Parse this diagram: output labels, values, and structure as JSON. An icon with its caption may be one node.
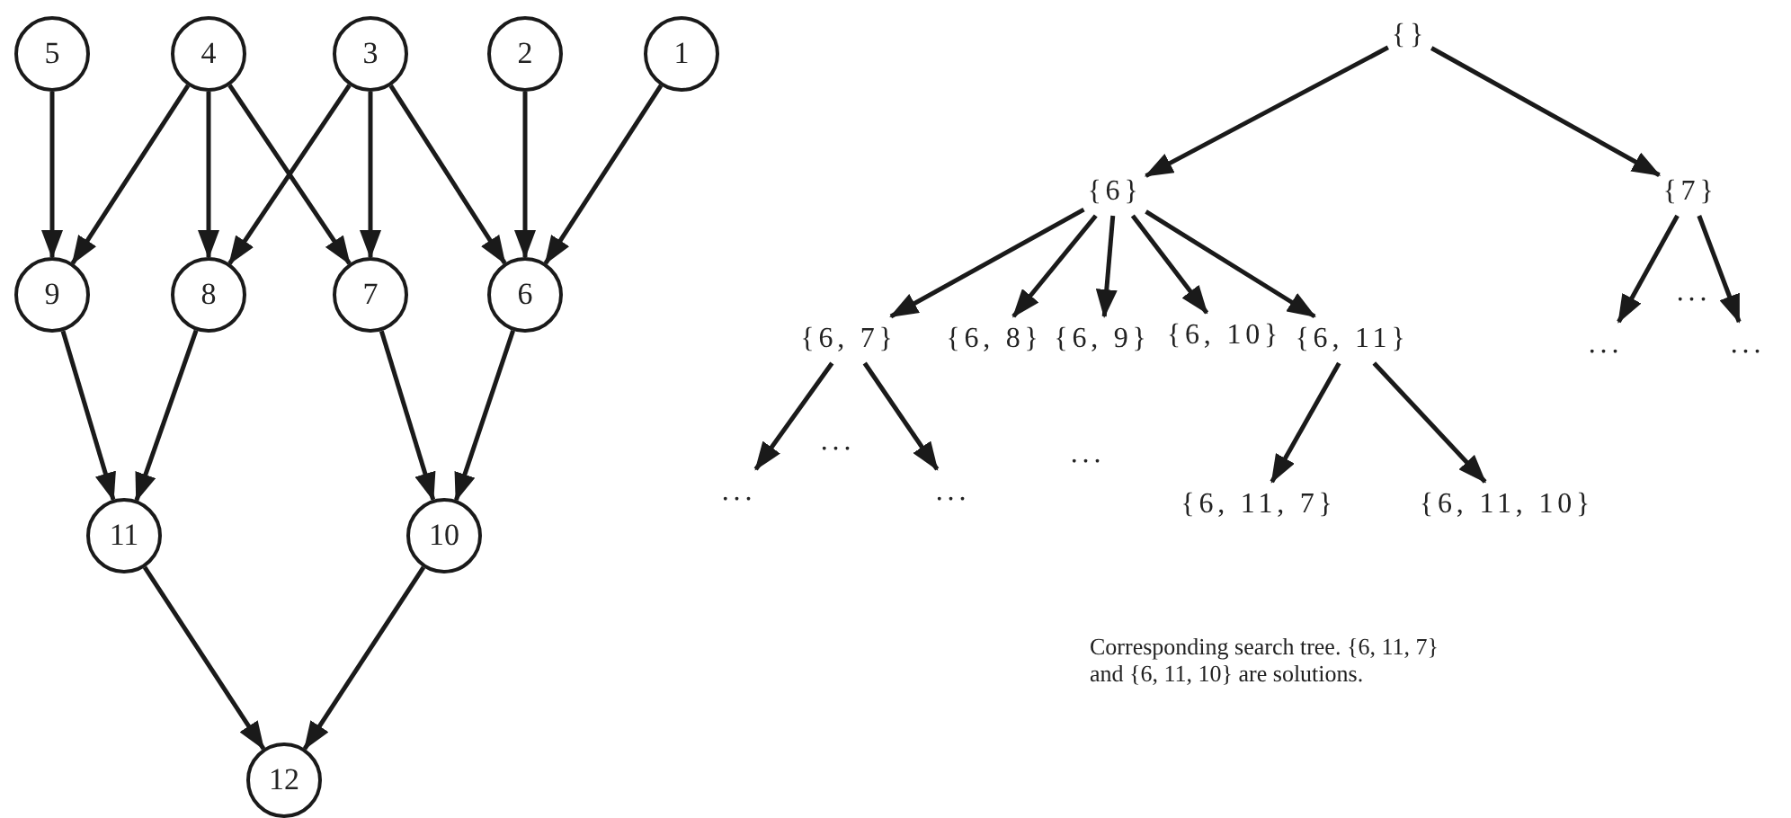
{
  "diagram": {
    "caption": "Corresponding search tree. {6, 11, 7} and {6, 11, 10} are solutions.",
    "nodes": [
      {
        "text": [
          "5"
        ]
      },
      {
        "text": [
          "4"
        ]
      },
      {
        "text": [
          "3"
        ]
      },
      {
        "text": [
          "2"
        ]
      },
      {
        "text": [
          "1"
        ]
      },
      {
        "text": [
          "9"
        ]
      },
      {
        "text": [
          "8"
        ]
      },
      {
        "text": [
          "7"
        ]
      },
      {
        "text": [
          "6"
        ]
      },
      {
        "text": [
          "11"
        ]
      },
      {
        "text": [
          "10"
        ]
      },
      {
        "text": [
          "12"
        ]
      },
      {
        "text": [
          "{}"
        ]
      },
      {
        "text": [
          "{6}"
        ]
      },
      {
        "text": [
          "{7}"
        ]
      },
      {
        "text": [
          "{6, 7}"
        ]
      },
      {
        "text": [
          "{6, 8}"
        ]
      },
      {
        "text": [
          "{6, 9}"
        ]
      },
      {
        "text": [
          "{6, 10}"
        ]
      },
      {
        "text": [
          "{6, 11}"
        ]
      },
      {
        "text": [
          "..."
        ]
      },
      {
        "text": [
          "..."
        ]
      },
      {
        "text": [
          "..."
        ]
      },
      {
        "text": [
          "..."
        ]
      },
      {
        "text": [
          "{6, 11, 7}"
        ]
      },
      {
        "text": [
          "{6, 11, 10}"
        ]
      }
    ],
    "edges": [
      {
        "from": 0,
        "to": 5,
        "arrow": "to"
      },
      {
        "from": 1,
        "to": 5,
        "arrow": "to"
      },
      {
        "from": 1,
        "to": 6,
        "arrow": "to"
      },
      {
        "from": 1,
        "to": 7,
        "arrow": "to"
      },
      {
        "from": 2,
        "to": 6,
        "arrow": "to"
      },
      {
        "from": 2,
        "to": 7,
        "arrow": "to"
      },
      {
        "from": 2,
        "to": 8,
        "arrow": "to"
      },
      {
        "from": 3,
        "to": 8,
        "arrow": "to"
      },
      {
        "from": 4,
        "to": 8,
        "arrow": "to"
      },
      {
        "from": 5,
        "to": 9,
        "arrow": "to"
      },
      {
        "from": 6,
        "to": 9,
        "arrow": "to"
      },
      {
        "from": 7,
        "to": 10,
        "arrow": "to"
      },
      {
        "from": 8,
        "to": 10,
        "arrow": "to"
      },
      {
        "from": 9,
        "to": 11,
        "arrow": "to"
      },
      {
        "from": 10,
        "to": 11,
        "arrow": "to"
      },
      {
        "from": 12,
        "to": 13,
        "arrow": "to"
      },
      {
        "from": 12,
        "to": 14,
        "arrow": "to"
      },
      {
        "from": 13,
        "to": 15,
        "arrow": "to"
      },
      {
        "from": 13,
        "to": 16,
        "arrow": "to"
      },
      {
        "from": 13,
        "to": 17,
        "arrow": "to"
      },
      {
        "from": 13,
        "to": 18,
        "arrow": "to"
      },
      {
        "from": 13,
        "to": 19,
        "arrow": "to"
      },
      {
        "from": 14,
        "to": 20,
        "arrow": "to"
      },
      {
        "from": 14,
        "to": 21,
        "arrow": "to"
      },
      {
        "from": 15,
        "to": 22,
        "arrow": "to"
      },
      {
        "from": 15,
        "to": 23,
        "arrow": "to"
      },
      {
        "from": 19,
        "to": 24,
        "arrow": "to"
      },
      {
        "from": 19,
        "to": 25,
        "arrow": "to"
      }
    ],
    "labels": [
      "...",
      "...",
      "..."
    ]
  }
}
